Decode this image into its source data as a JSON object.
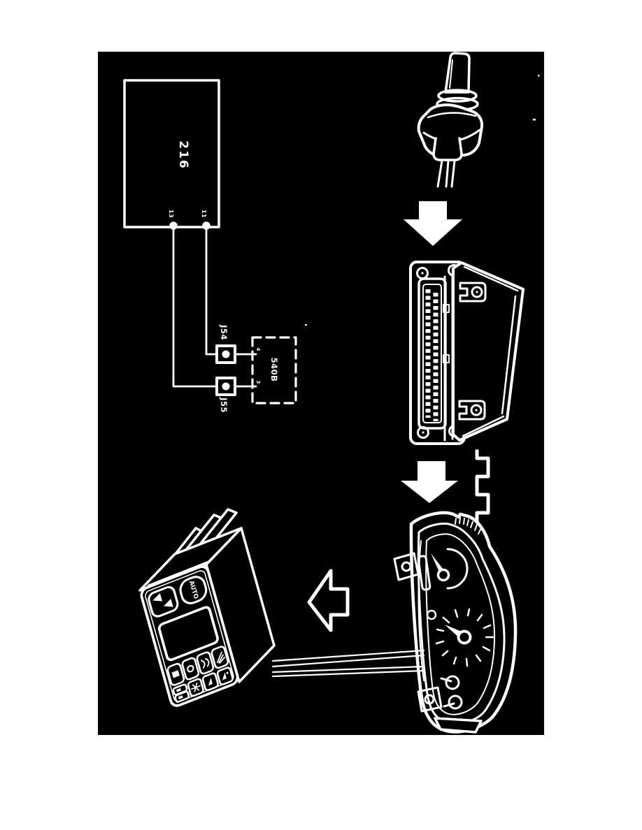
{
  "page": {
    "background_color": "#ffffff",
    "diagram_background": "#000000",
    "line_color": "#ffffff"
  },
  "schematic": {
    "control_unit": {
      "label": "216",
      "pin_left": "13",
      "pin_right": "11"
    },
    "junction_top": {
      "label": "J54"
    },
    "junction_bottom": {
      "label": "J55"
    },
    "component_box": {
      "label": "540B",
      "pin_top": "4",
      "pin_bottom": "3"
    }
  },
  "climate_panel": {
    "auto_button_label": "AUTO"
  },
  "icons": {
    "sensor": "coolant-temperature-sensor-illustration",
    "control_module": "control-module-connector-illustration",
    "signal": "square-wave-signal-icon",
    "cluster": "instrument-cluster-illustration",
    "climate": "climate-control-panel-illustration",
    "arrow_down": "down-arrow-icon",
    "arrow_left": "left-arrow-icon"
  }
}
